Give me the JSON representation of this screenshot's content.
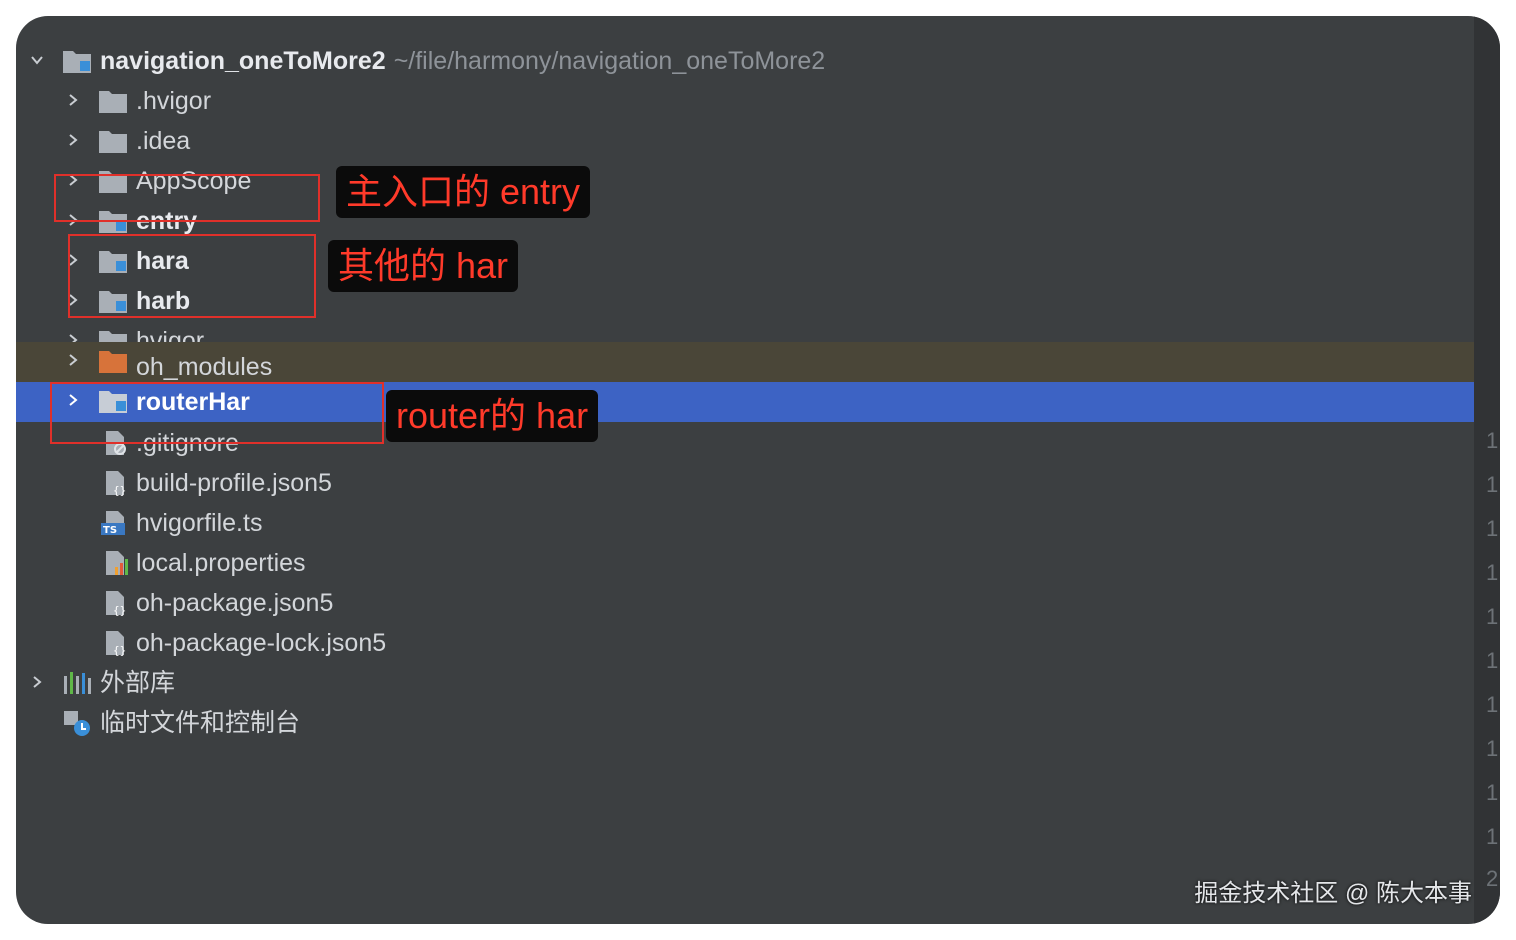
{
  "project": {
    "name": "navigation_oneToMore2",
    "path": "~/file/harmony/navigation_oneToMore2"
  },
  "tree": {
    "folders": [
      {
        "label": ".hvigor"
      },
      {
        "label": ".idea"
      },
      {
        "label": "AppScope"
      },
      {
        "label": "entry"
      },
      {
        "label": "hara"
      },
      {
        "label": "harb"
      },
      {
        "label": "hvigor"
      },
      {
        "label": "oh_modules"
      },
      {
        "label": "routerHar"
      }
    ],
    "files": [
      {
        "label": ".gitignore",
        "icon": "gitignore-file-icon"
      },
      {
        "label": "build-profile.json5",
        "icon": "json-file-icon"
      },
      {
        "label": "hvigorfile.ts",
        "icon": "typescript-file-icon"
      },
      {
        "label": "local.properties",
        "icon": "properties-file-icon"
      },
      {
        "label": "oh-package.json5",
        "icon": "json-file-icon"
      },
      {
        "label": "oh-package-lock.json5",
        "icon": "json-file-icon"
      }
    ],
    "external_libraries": "外部库",
    "scratches": "临时文件和控制台"
  },
  "annotations": {
    "entry": "主入口的 entry",
    "har": "其他的 har",
    "router": "router的 har"
  },
  "gutter_numbers": [
    "1",
    "1",
    "1",
    "1",
    "1",
    "1",
    "1",
    "1",
    "1",
    "1",
    "2"
  ],
  "watermark": "掘金技术社区 @ 陈大本事",
  "colors": {
    "background": "#3c3f41",
    "selection": "#3d63c4",
    "annotation_red": "#e0302a"
  }
}
